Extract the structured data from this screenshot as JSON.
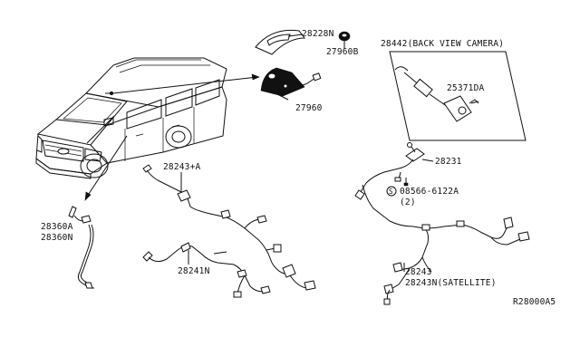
{
  "labels": {
    "antenna_cover": "28228N",
    "grommet": "27960B",
    "antenna_base": "27960",
    "camera": "28442(BACK VIEW CAMERA)",
    "camera_bracket": "25371DA",
    "cable_front_a": "28243+A",
    "cable_front_b": "28241N",
    "cable_rear": "28231",
    "bolt_spec": "08566-6122A",
    "bolt_qty": "(2)",
    "bolt_symbol": "S",
    "antenna_lead_a": "28360A",
    "antenna_lead_b": "28360N",
    "cable_main": "28243",
    "cable_satellite": "28243N(SATELLITE)",
    "diagram_code": "R28000A5"
  }
}
